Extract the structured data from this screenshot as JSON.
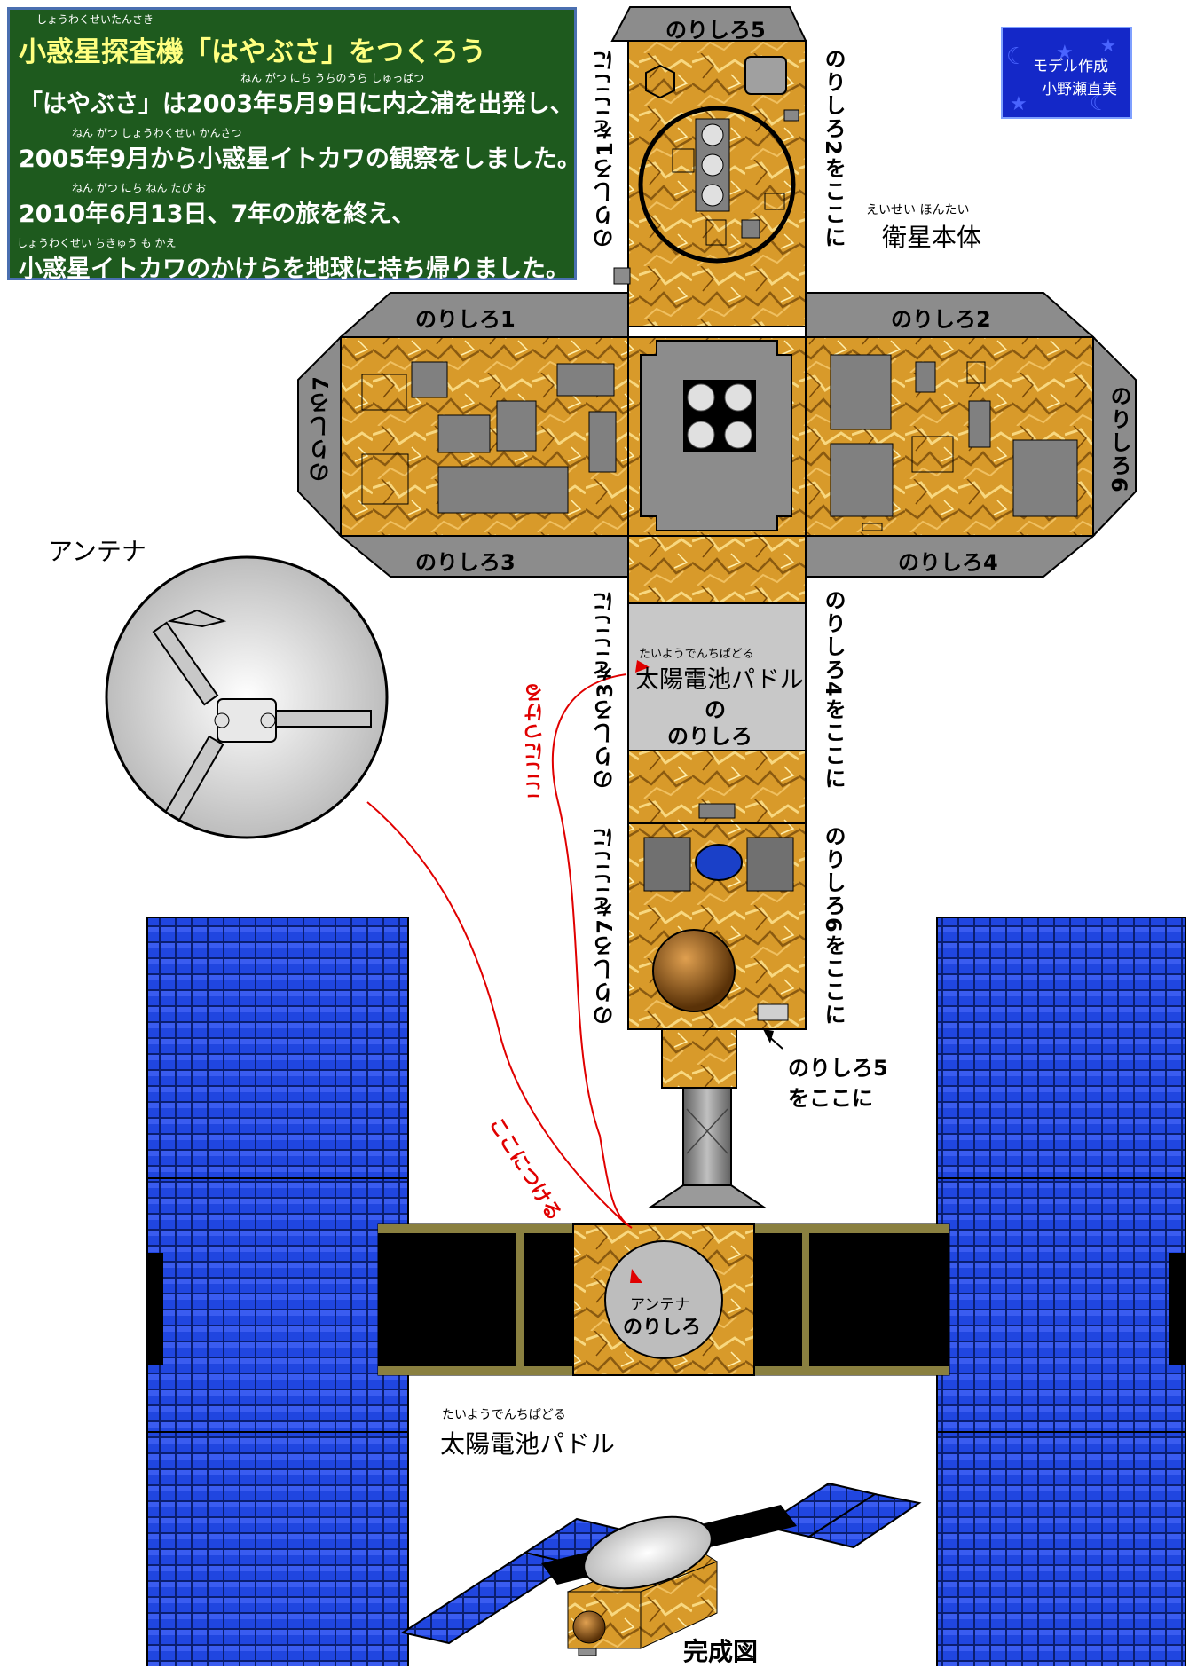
{
  "header": {
    "title_ruby": "しょうわくせいたんさき",
    "title": "小惑星探査機「はやぶさ」をつくろう",
    "line1_ruby": "ねん がつ にち うちのうら しゅっぱつ",
    "line1": "「はやぶさ」は2003年5月9日に内之浦を出発し、",
    "line2_ruby": "ねん がつ しょうわくせい かんさつ",
    "line2": "2005年9月から小惑星イトカワの観察をしました。",
    "line3_ruby": "ねん がつ にち ねん たび お",
    "line3": "2010年6月13日、7年の旅を終え、",
    "line4_ruby": "しょうわくせい ちきゅう も かえ",
    "line4": "小惑星イトカワのかけらを地球に持ち帰りました。"
  },
  "credit": {
    "line1": "モデル作成",
    "line2": "小野瀬直美"
  },
  "labels": {
    "body_ruby": "えいせい ほんたい",
    "body": "衛星本体",
    "antenna": "アンテナ",
    "paddle_ruby": "たいようでんちぱどる",
    "paddle": "太陽電池パドル",
    "finished": "完成図",
    "tab1": "のりしろ1",
    "tab2": "のりしろ2",
    "tab3": "のりしろ3",
    "tab4": "のりしろ4",
    "tab5": "のりしろ5",
    "tab6": "のりしろ6",
    "tab7": "のりしろ7",
    "here1": "のりしろ1をここに",
    "here2": "のりしろ2をここに",
    "here3": "のりしろ3をここに",
    "here4": "のりしろ4をここに",
    "here6": "のりしろ6をここに",
    "here7": "のりしろ7をここに",
    "here5_a": "のりしろ5",
    "here5_b": "をここに",
    "paddle_tab_ruby": "たいようでんちぱどる",
    "paddle_tab_1": "太陽電池パドル",
    "paddle_tab_2": "の",
    "paddle_tab_3": "のりしろ",
    "antenna_tab_1": "アンテナ",
    "antenna_tab_2": "のりしろ",
    "attach_here": "ここにつける"
  },
  "colors": {
    "header_bg": "#1e5a1e",
    "credit_bg": "#1428c8",
    "gold": "#d8a030",
    "tab_gray": "#8c8c8c",
    "solar_blue": "#1a3cc8",
    "annotation_red": "#e00000"
  }
}
